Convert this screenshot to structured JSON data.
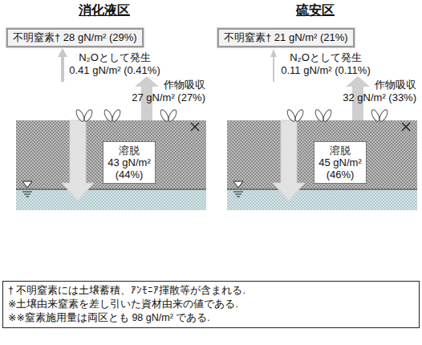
{
  "diagram": {
    "nodes": [
      {
        "text": [
          "不明窒素† 28 gN/m² (29%)"
        ]
      },
      {
        "text": [
          "不明窒素† 21 gN/m² (21%)"
        ]
      },
      {
        "text": [
          "溶脱",
          "43 gN/m² (44%)"
        ]
      },
      {
        "text": [
          "溶脱",
          "45 gN/m² (46%)"
        ]
      },
      {
        "text": [
          "† 不明窒素には土壌蓄積、ｱﾝﾓﾆｱ揮散等が含まれる.",
          "※土壌由来窒素を差し引いた資材由来の値である.",
          "※※窒素施用量は両区とも 98 gN/m² である."
        ]
      }
    ],
    "labels": [
      "消化液区",
      "硫安区",
      "N₂Oとして発生",
      "0.41 gN/m² (0.41%)",
      "作物吸収",
      "27 gN/m² (27%)",
      "N₂Oとして発生",
      "0.11 gN/m² (0.11%)",
      "作物吸収",
      "32 gN/m² (33%)"
    ]
  }
}
